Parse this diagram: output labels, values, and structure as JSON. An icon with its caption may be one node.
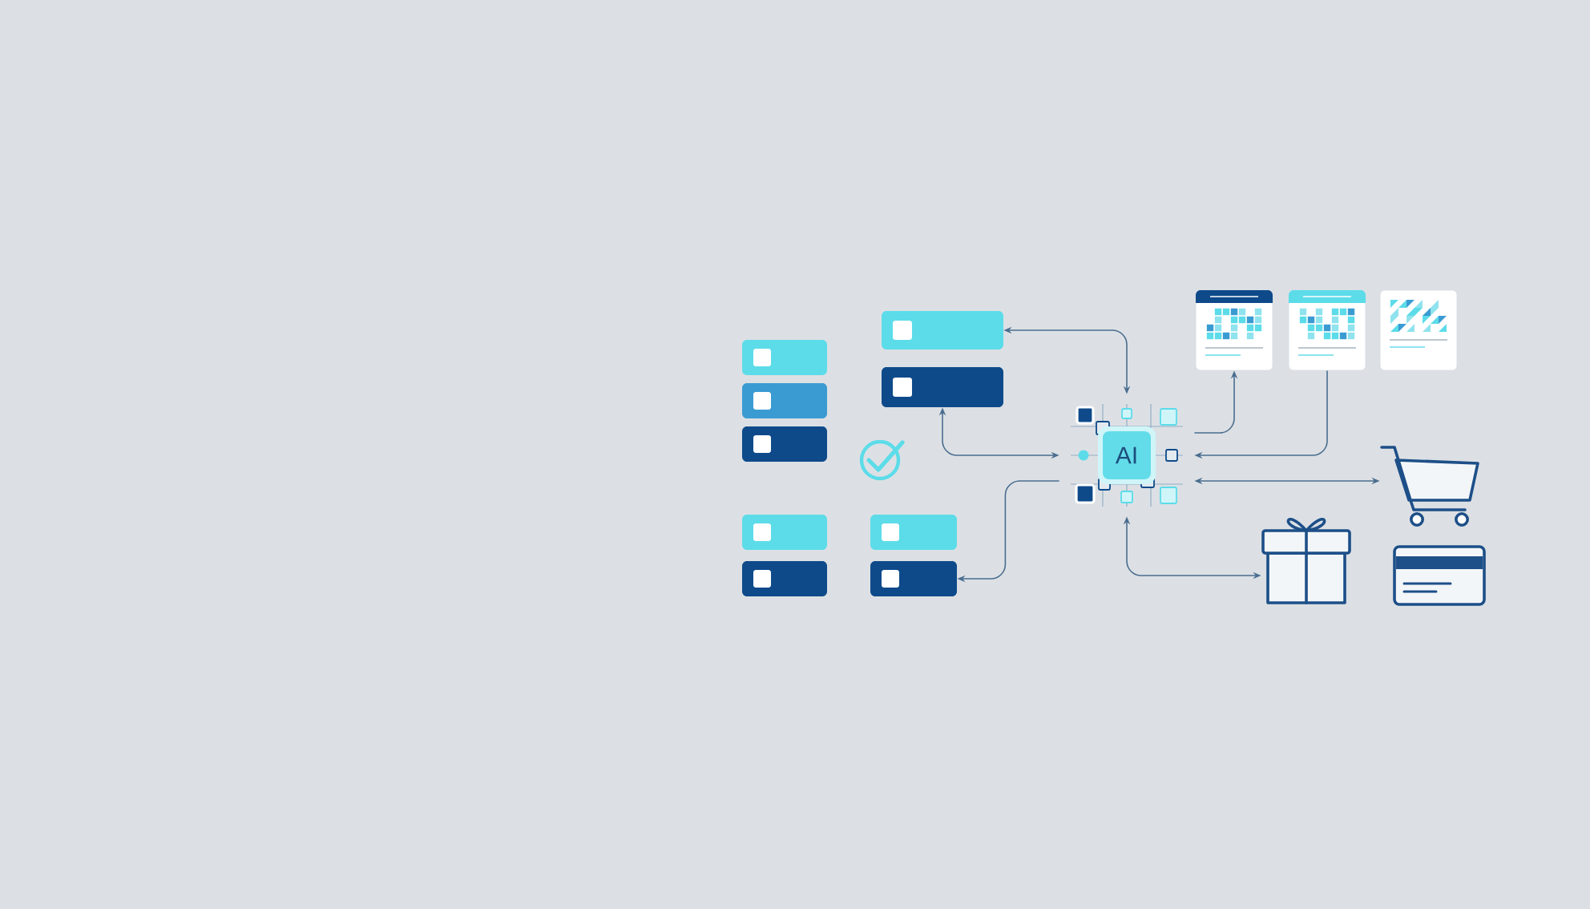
{
  "diagram": {
    "nodes": [
      {
        "text": [],
        "shape": "box"
      },
      {
        "text": [],
        "shape": "box"
      },
      {
        "text": [],
        "shape": "box"
      },
      {
        "text": [],
        "shape": "box"
      },
      {
        "text": [],
        "shape": "box"
      },
      {
        "text": [],
        "shape": "box"
      },
      {
        "text": [],
        "shape": "box"
      },
      {
        "text": [],
        "shape": "box"
      },
      {
        "text": [],
        "shape": "box"
      },
      {
        "text": [
          "AI"
        ]
      },
      {
        "text": [],
        "shape": "document"
      },
      {
        "text": [],
        "shape": "document"
      },
      {
        "text": [],
        "shape": "document"
      },
      {
        "text": [],
        "shape": "picture"
      },
      {
        "text": [],
        "shape": "box"
      },
      {
        "text": [],
        "shape": "picture"
      }
    ],
    "edges": [
      {
        "from": 3,
        "to": 9,
        "arrow": "both"
      },
      {
        "from": 4,
        "to": 9,
        "arrow": "both"
      },
      {
        "from": 9,
        "to": 8,
        "arrow": "to"
      },
      {
        "from": 9,
        "to": 10,
        "arrow": "to"
      },
      {
        "from": 11,
        "to": 9,
        "arrow": "to"
      },
      {
        "from": 9,
        "to": 13,
        "arrow": "both"
      },
      {
        "from": 9,
        "to": 14,
        "arrow": "both"
      }
    ]
  }
}
